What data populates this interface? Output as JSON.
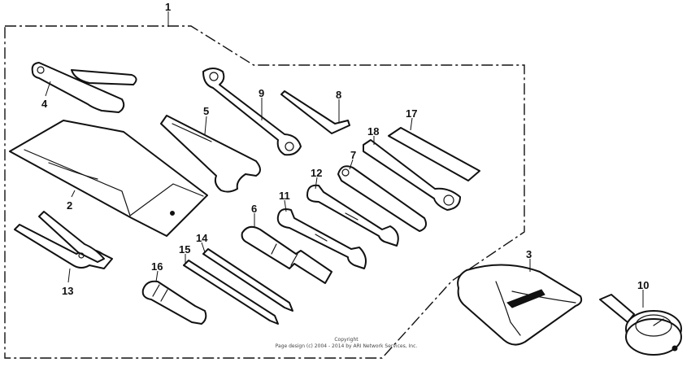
{
  "callouts": {
    "kit": "1",
    "tool_bag": "2",
    "tool_case": "3",
    "spoke_wrench": "4",
    "pin_spanner": "5",
    "socket_wrench": "6",
    "box_wrench_7": "7",
    "hex_wrench": "8",
    "offset_box_wrench": "9",
    "tire_gauge": "10",
    "open_wrench_11": "11",
    "open_wrench_12": "12",
    "pliers": "13",
    "screwdriver_handle": "14",
    "screwdriver_bit": "15",
    "screwdriver_grip": "16",
    "extension_bar": "17",
    "wrench_18": "18"
  },
  "copyright": {
    "line1": "Copyright",
    "line2": "Page design (c) 2004 - 2014 by ARI Network Services, Inc."
  }
}
